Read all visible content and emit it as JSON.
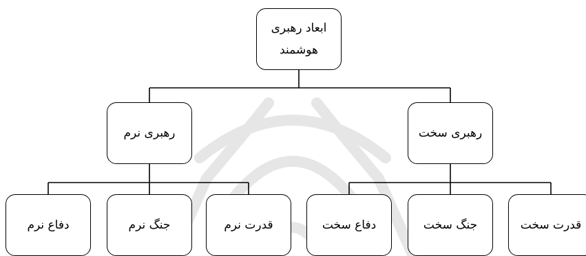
{
  "diagram": {
    "root": {
      "line1": "ابعاد رهبری",
      "line2": "هوشمند"
    },
    "hard": {
      "label": "رهبری سخت",
      "children": [
        "قدرت سخت",
        "جنگ سخت",
        "دفاع سخت"
      ]
    },
    "soft": {
      "label": "رهبری نرم",
      "children": [
        "قدرت نرم",
        "جنگ نرم",
        "دفاع نرم"
      ]
    }
  },
  "colors": {
    "line": "#000000",
    "watermark": "#e6e6e6"
  }
}
